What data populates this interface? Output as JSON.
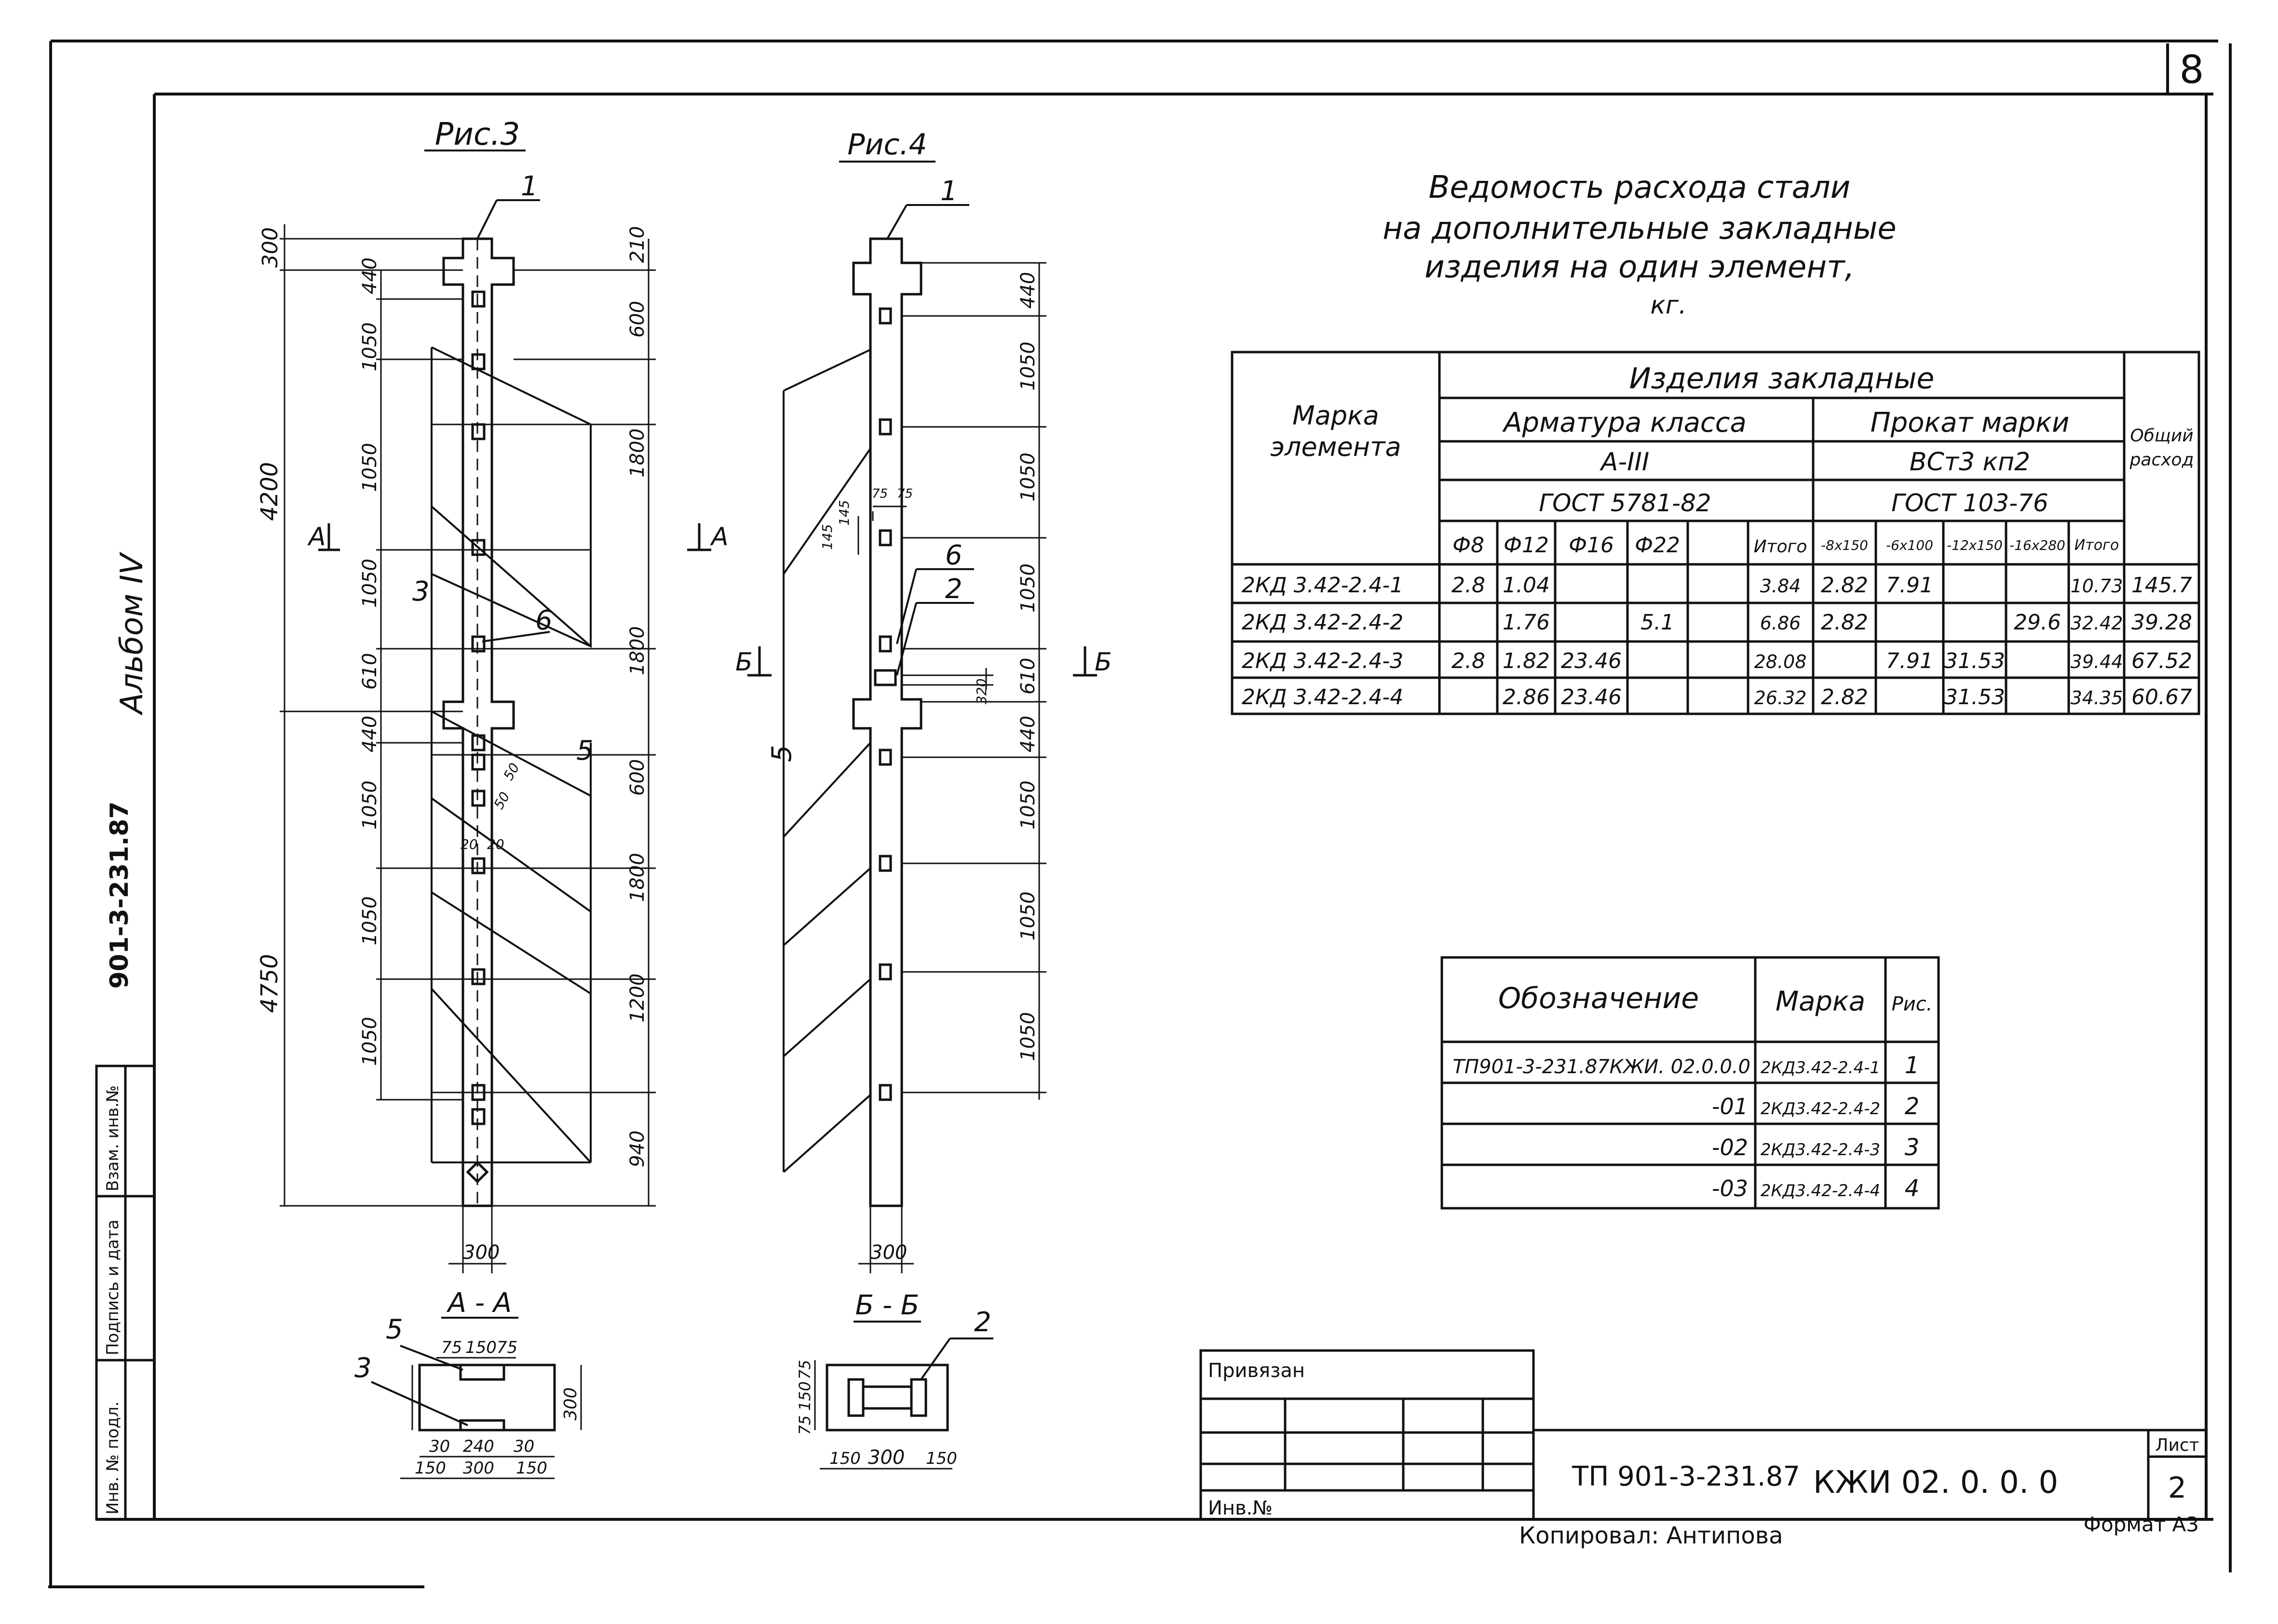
{
  "sheet": {
    "page_number": "8",
    "album_label": "Альбом IV",
    "project_code_side": "901-3-231.87",
    "stamp_labels": [
      "Инв. № подл.",
      "Подпись и дата",
      "Взам. инв.№"
    ],
    "copied_by": "Копировал:  Антипова",
    "format": "Формат А3"
  },
  "fig3": {
    "title": "Рис.3",
    "section_marker_left": "А",
    "section_marker_right": "А",
    "callouts": [
      "1",
      "3",
      "6",
      "5"
    ],
    "dim_left_outer": [
      "300",
      "4200",
      "4750"
    ],
    "dim_left_inner": [
      "440",
      "1050",
      "1050",
      "1050",
      "610",
      "440",
      "1050",
      "1050",
      "1050"
    ],
    "dim_right": [
      "210",
      "600",
      "1800",
      "1800",
      "600",
      "1800",
      "1200",
      "940"
    ],
    "bottom_width": "300",
    "small_dims": [
      "50",
      "50",
      "20",
      "20"
    ]
  },
  "fig4": {
    "title": "Рис.4",
    "section_marker_left": "Б",
    "section_marker_right": "Б",
    "callouts": [
      "1",
      "6",
      "2",
      "5"
    ],
    "dim_right": [
      "440",
      "1050",
      "1050",
      "1050",
      "610",
      "440",
      "1050",
      "1050",
      "1050"
    ],
    "small_dims": [
      "145",
      "145",
      "75",
      "75",
      "320"
    ],
    "bottom_width": "300"
  },
  "sectionAA": {
    "title": "А - А",
    "callouts": [
      "5",
      "3"
    ],
    "dims_top": [
      "75",
      "150",
      "75"
    ],
    "dims_bottom1": [
      "30",
      "240",
      "30"
    ],
    "dims_bottom2": [
      "150",
      "300",
      "150"
    ],
    "dim_side": "300"
  },
  "sectionBB": {
    "title": "Б - Б",
    "callout": "2",
    "dims_side": [
      "75",
      "150",
      "75"
    ],
    "dims_bottom": [
      "150",
      "300",
      "150"
    ]
  },
  "steel_table": {
    "title_lines": [
      "Ведомость расхода стали",
      "на дополнительные закладные",
      "изделия на один элемент,",
      "кг."
    ],
    "header_mark": [
      "Марка",
      "элемента"
    ],
    "header_group": "Изделия  закладные",
    "header_rebar": "Арматура  класса",
    "header_rebar_class": "А-III",
    "header_rebar_gost": "ГОСТ 5781-82",
    "header_rolled": "Прокат  марки",
    "header_rolled_grade": "ВСт3 кп2",
    "header_rolled_gost": "ГОСТ 103-76",
    "header_total": [
      "Общий",
      "расход"
    ],
    "columns": [
      "Ф8",
      "Ф12",
      "Ф16",
      "Ф22",
      "",
      "Итого",
      "-8x150",
      "-6x100",
      "-12x150",
      "-16x280",
      "Итого"
    ],
    "rows": [
      {
        "mark": "2КД 3.42-2.4-1",
        "cells": [
          "2.8",
          "1.04",
          "",
          "",
          "",
          "3.84",
          "2.82",
          "7.91",
          "",
          "",
          "10.73"
        ],
        "total": "145.7"
      },
      {
        "mark": "2КД 3.42-2.4-2",
        "cells": [
          "",
          "1.76",
          "",
          "5.1",
          "",
          "6.86",
          "2.82",
          "",
          "",
          "29.6",
          "32.42"
        ],
        "total": "39.28"
      },
      {
        "mark": "2КД 3.42-2.4-3",
        "cells": [
          "2.8",
          "1.82",
          "23.46",
          "",
          "",
          "28.08",
          "",
          "7.91",
          "31.53",
          "",
          "39.44"
        ],
        "total": "67.52"
      },
      {
        "mark": "2КД 3.42-2.4-4",
        "cells": [
          "",
          "2.86",
          "23.46",
          "",
          "",
          "26.32",
          "2.82",
          "",
          "31.53",
          "",
          "34.35"
        ],
        "total": "60.67"
      }
    ]
  },
  "designation_table": {
    "headers": [
      "Обозначение",
      "Марка",
      "Рис."
    ],
    "rows": [
      {
        "designation": "ТП901-3-231.87КЖИ. 02.0.0.0",
        "mark": "2КД3.42-2.4-1",
        "fig": "1"
      },
      {
        "designation": "-01",
        "mark": "2КД3.42-2.4-2",
        "fig": "2"
      },
      {
        "designation": "-02",
        "mark": "2КД3.42-2.4-3",
        "fig": "3"
      },
      {
        "designation": "-03",
        "mark": "2КД3.42-2.4-4",
        "fig": "4"
      }
    ]
  },
  "title_block": {
    "privyazan": "Привязан",
    "inv_no": "Инв.№",
    "code": "ТП 901-3-231.87",
    "doc": "КЖИ 02. 0. 0. 0",
    "sheet_label": "Лист",
    "sheet_no": "2"
  }
}
